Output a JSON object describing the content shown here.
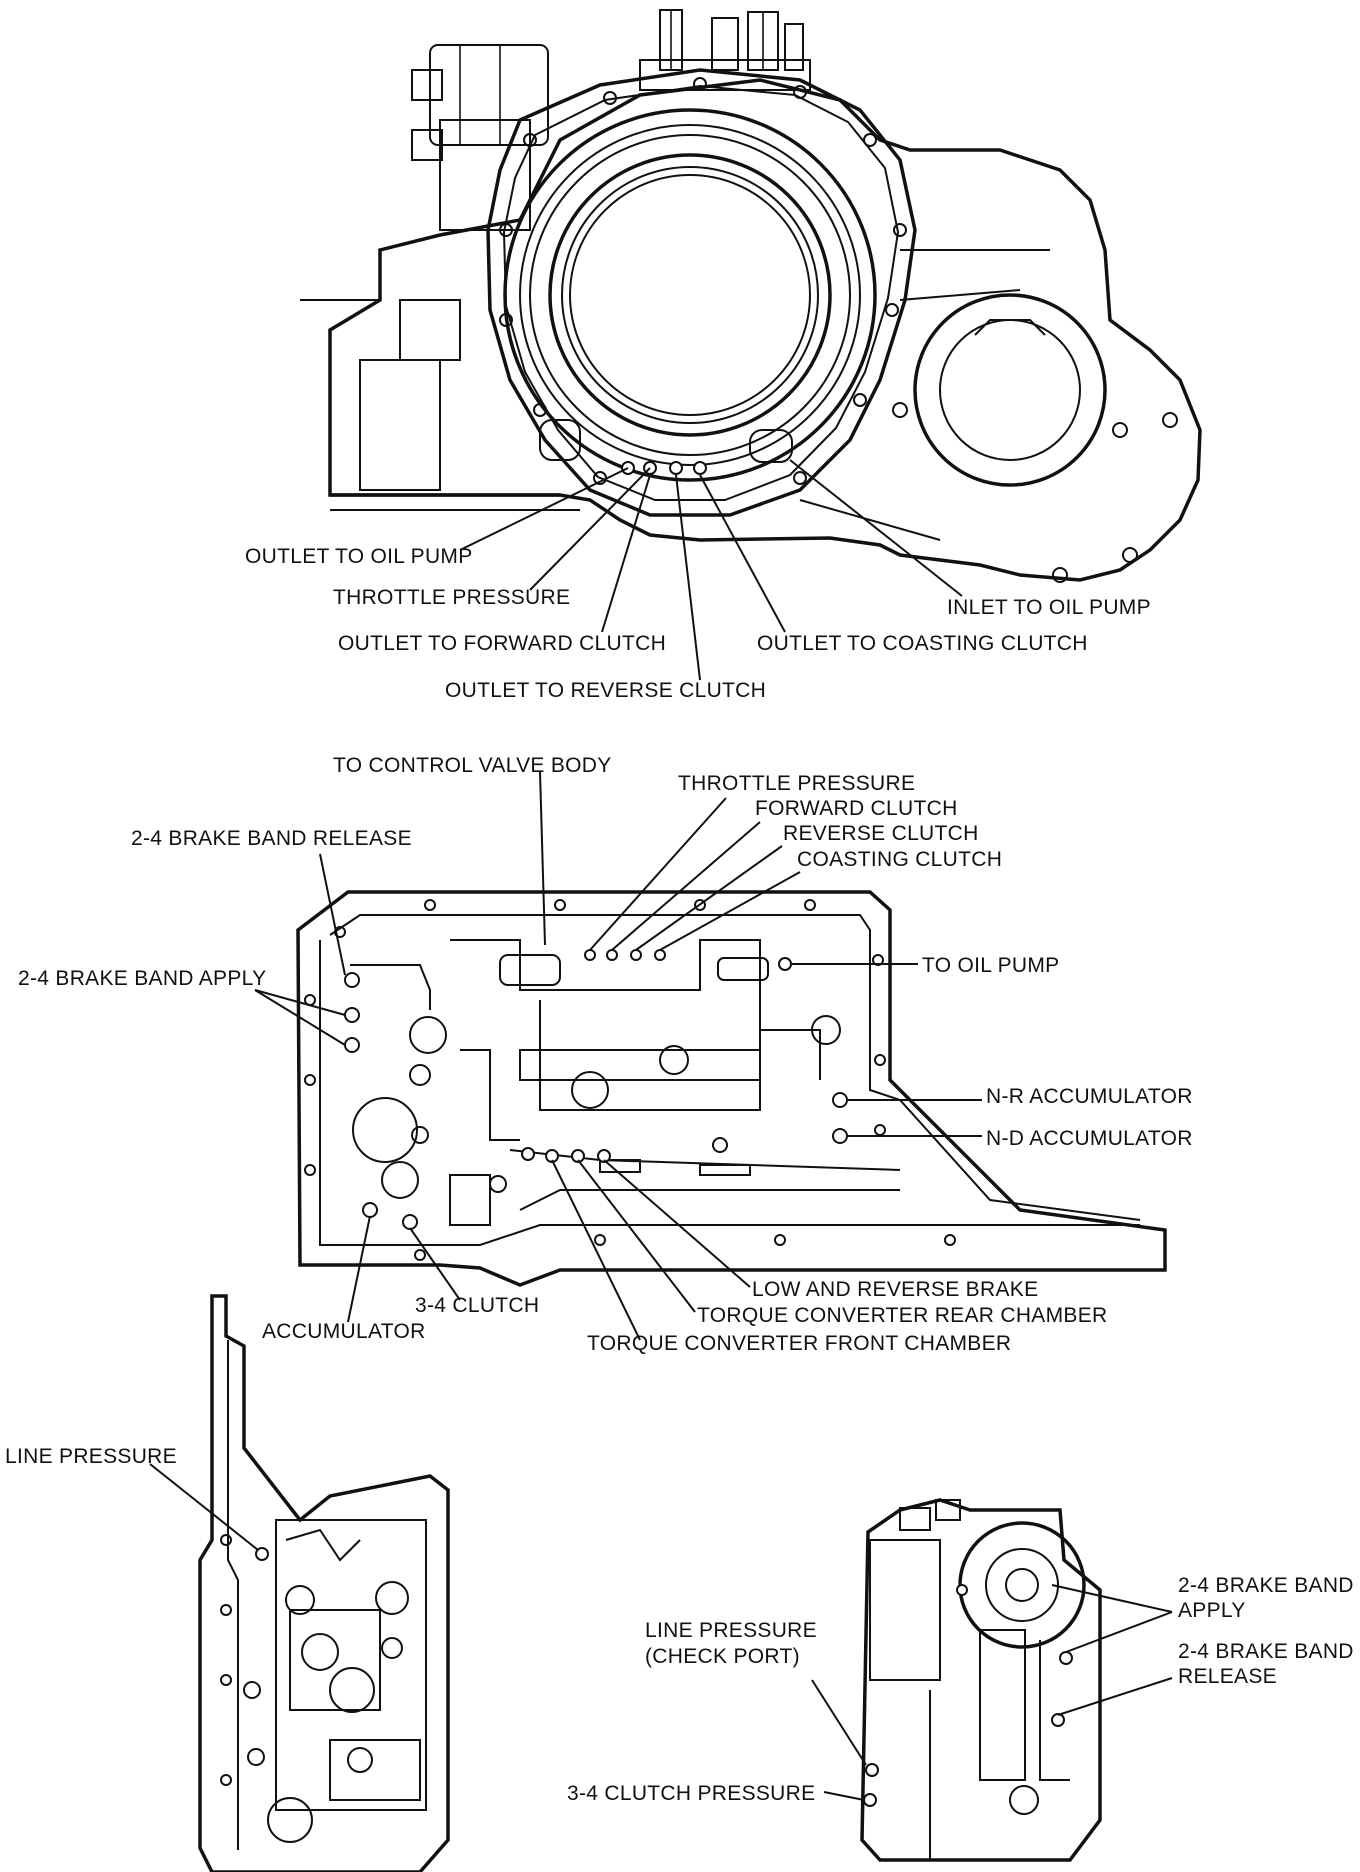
{
  "figure_1": {
    "labels": [
      "OUTLET TO OIL PUMP",
      "THROTTLE PRESSURE",
      "OUTLET TO FORWARD CLUTCH",
      "OUTLET TO REVERSE CLUTCH",
      "OUTLET TO COASTING CLUTCH",
      "INLET TO OIL PUMP"
    ]
  },
  "figure_2": {
    "labels": [
      "TO CONTROL VALVE BODY",
      "THROTTLE PRESSURE",
      "FORWARD CLUTCH",
      "REVERSE CLUTCH",
      "COASTING CLUTCH",
      "2-4 BRAKE BAND RELEASE",
      "2-4 BRAKE BAND APPLY",
      "TO OIL PUMP",
      "N-R ACCUMULATOR",
      "N-D ACCUMULATOR",
      "LOW AND REVERSE BRAKE",
      "TORQUE CONVERTER REAR CHAMBER",
      "TORQUE CONVERTER FRONT CHAMBER",
      "3-4 CLUTCH",
      "ACCUMULATOR"
    ]
  },
  "figure_3": {
    "labels": [
      "LINE PRESSURE"
    ]
  },
  "figure_4": {
    "labels": [
      "LINE PRESSURE",
      "(CHECK PORT)",
      "3-4 CLUTCH PRESSURE",
      "2-4 BRAKE BAND",
      "APPLY",
      "2-4 BRAKE BAND",
      "RELEASE"
    ]
  }
}
